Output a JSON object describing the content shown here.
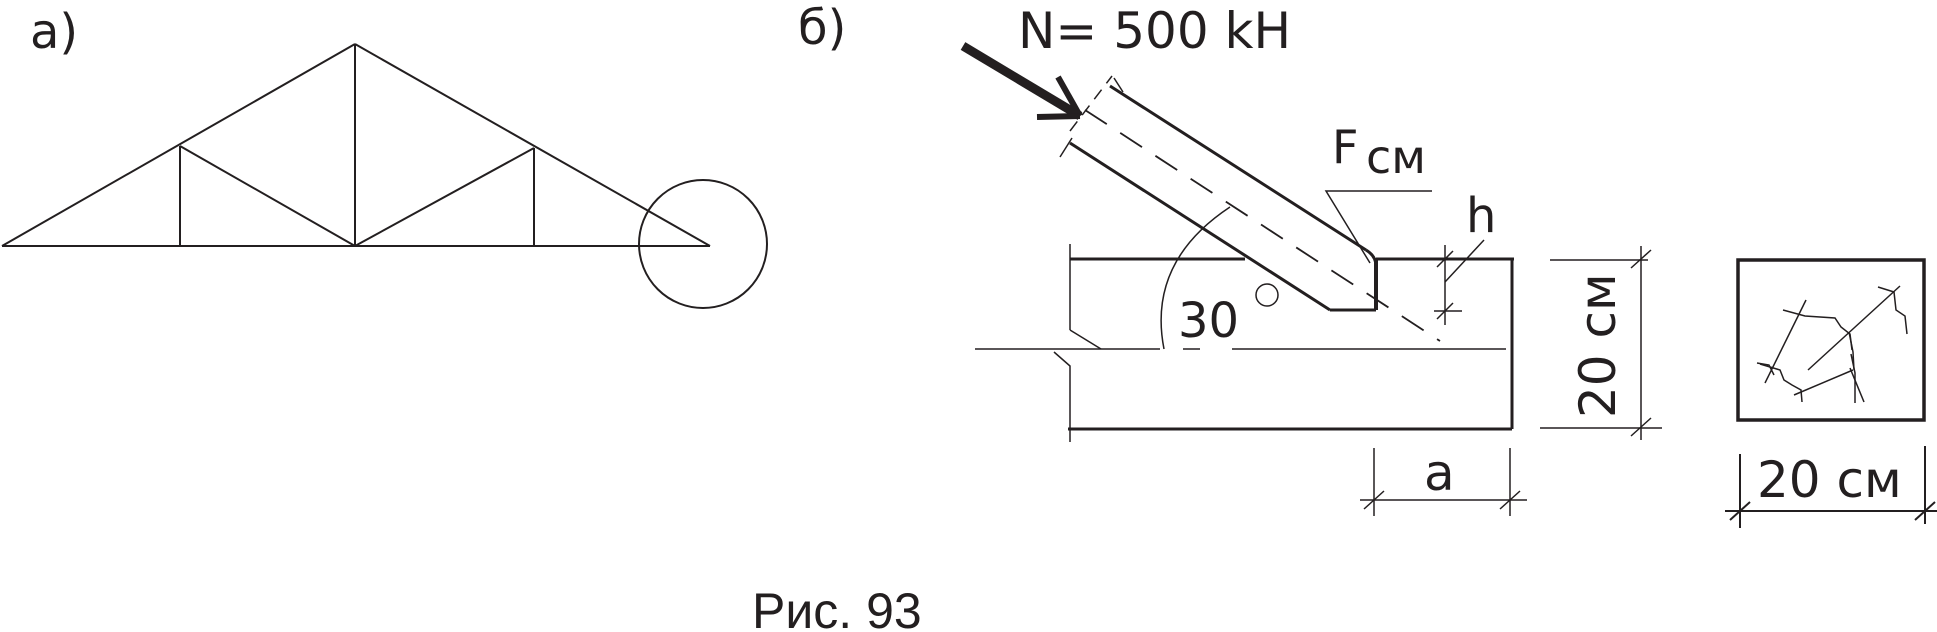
{
  "labels": {
    "part_a": "а)",
    "part_b": "б)",
    "force": "N= 500 kH",
    "area_f": "F",
    "area_sub": "см",
    "h": "h",
    "angle": "30",
    "height_dim": "20 см",
    "a": "a",
    "section_dim": "20 см",
    "caption": "Рис. 93"
  },
  "colors": {
    "ink": "#231f20",
    "background": "#ffffff"
  }
}
